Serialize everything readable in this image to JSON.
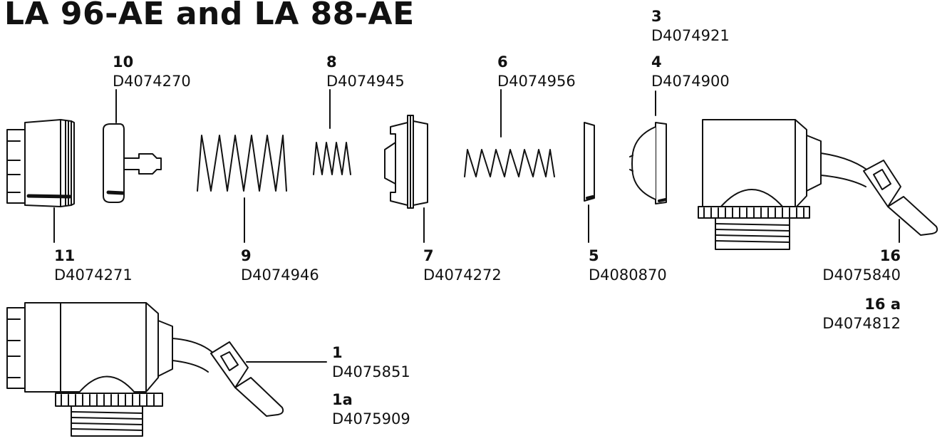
{
  "title": "LA 96-AE and LA 88-AE",
  "parts": {
    "p1": {
      "num": "1",
      "code": "D4075851"
    },
    "p1a": {
      "num": "1a",
      "code": "D4075909"
    },
    "p3": {
      "num": "3",
      "code": "D4074921"
    },
    "p4": {
      "num": "4",
      "code": "D4074900"
    },
    "p5": {
      "num": "5",
      "code": "D4080870"
    },
    "p6": {
      "num": "6",
      "code": "D4074956"
    },
    "p7": {
      "num": "7",
      "code": "D4074272"
    },
    "p8": {
      "num": "8",
      "code": "D4074945"
    },
    "p9": {
      "num": "9",
      "code": "D4074946"
    },
    "p10": {
      "num": "10",
      "code": "D4074270"
    },
    "p11": {
      "num": "11",
      "code": "D4074271"
    },
    "p16": {
      "num": "16",
      "code": "D4075840"
    },
    "p16a": {
      "num": "16 a",
      "code": "D4074812"
    }
  }
}
